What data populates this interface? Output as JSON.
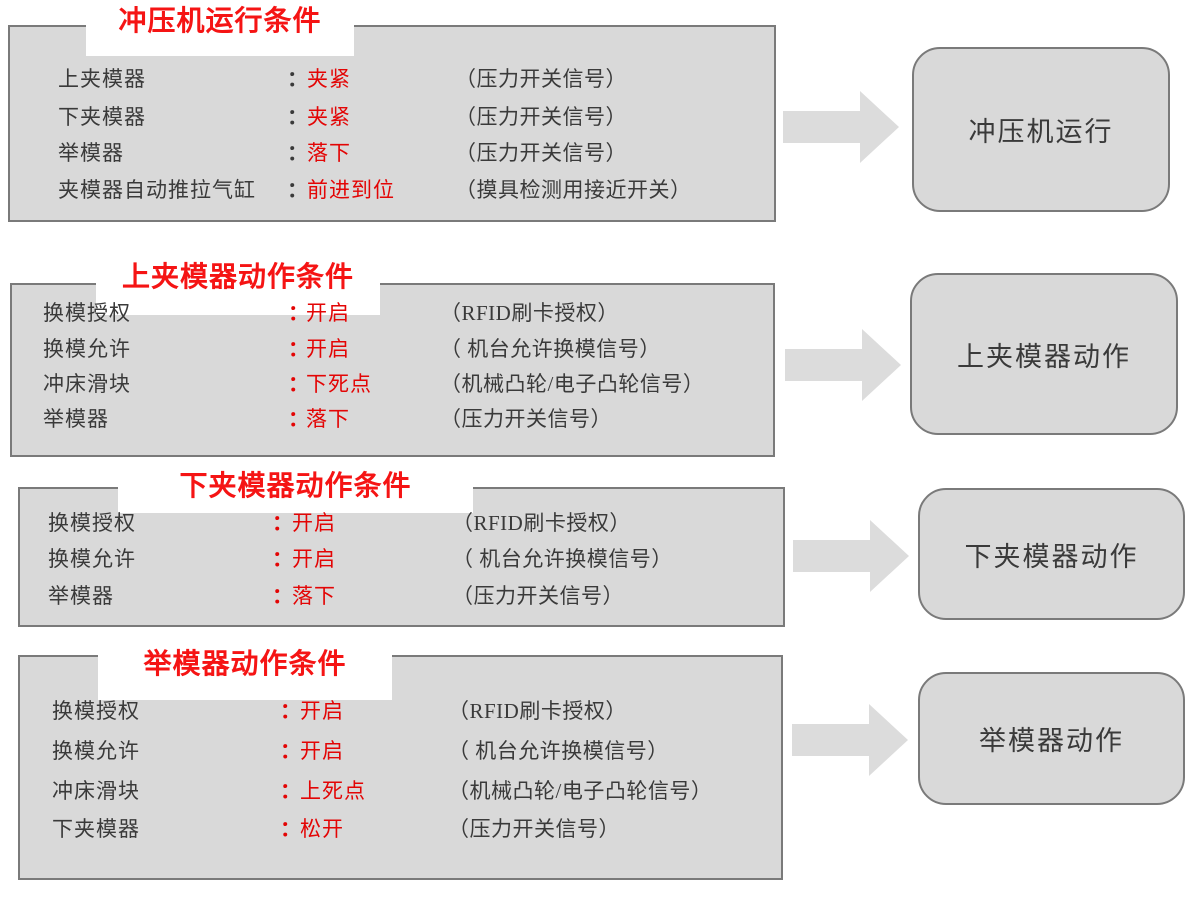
{
  "colors": {
    "title_red": "#f51414",
    "value_red": "#e30505",
    "box_fill": "#d9d9d9",
    "box_border": "#7a7a7a",
    "arrow_fill": "#dcdcdc",
    "text_dark": "#3a3a3a"
  },
  "colon_char": "：",
  "sections": [
    {
      "title": "冲压机运行条件",
      "result": "冲压机运行",
      "rows": [
        {
          "label": "上夹模器",
          "value": "夹紧",
          "note": "（压力开关信号）"
        },
        {
          "label": "下夹模器",
          "value": "夹紧",
          "note": "（压力开关信号）"
        },
        {
          "label": "举模器",
          "value": "落下",
          "note": "（压力开关信号）"
        },
        {
          "label": "夹模器自动推拉气缸",
          "value": "前进到位",
          "note": "（摸具检测用接近开关）"
        }
      ]
    },
    {
      "title": "上夹模器动作条件",
      "result": "上夹模器动作",
      "rows": [
        {
          "label": "换模授权",
          "value": "开启",
          "note": "（RFID刷卡授权）"
        },
        {
          "label": "换模允许",
          "value": "开启",
          "note": "（ 机台允许换模信号）"
        },
        {
          "label": "冲床滑块",
          "value": "下死点",
          "note": "（机械凸轮/电子凸轮信号）"
        },
        {
          "label": "举模器",
          "value": "落下",
          "note": "（压力开关信号）"
        }
      ]
    },
    {
      "title": "下夹模器动作条件",
      "result": "下夹模器动作",
      "rows": [
        {
          "label": "换模授权",
          "value": "开启",
          "note": "（RFID刷卡授权）"
        },
        {
          "label": "换模允许",
          "value": "开启",
          "note": "（ 机台允许换模信号）"
        },
        {
          "label": "举模器",
          "value": "落下",
          "note": "（压力开关信号）"
        }
      ]
    },
    {
      "title": "举模器动作条件",
      "result": "举模器动作",
      "rows": [
        {
          "label": "换模授权",
          "value": "开启",
          "note": "（RFID刷卡授权）"
        },
        {
          "label": "换模允许",
          "value": "开启",
          "note": "（ 机台允许换模信号）"
        },
        {
          "label": "冲床滑块",
          "value": "上死点",
          "note": "（机械凸轮/电子凸轮信号）"
        },
        {
          "label": "下夹模器",
          "value": "松开",
          "note": "（压力开关信号）"
        }
      ]
    }
  ]
}
